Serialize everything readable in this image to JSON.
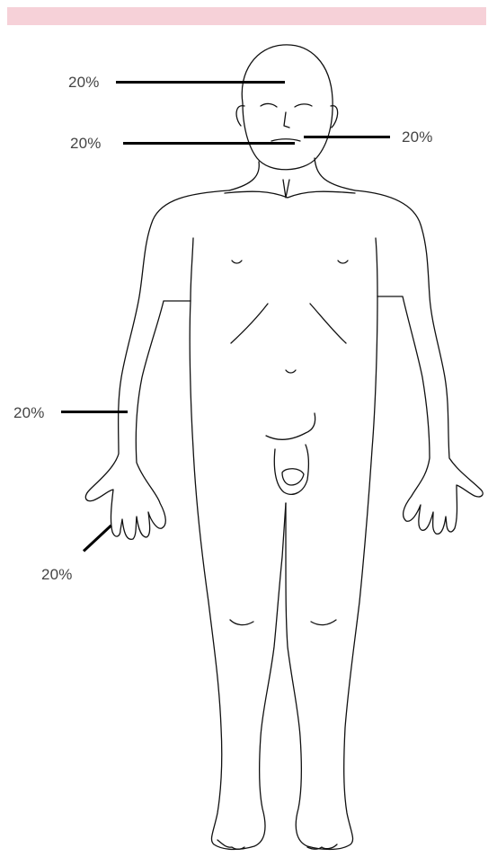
{
  "colors": {
    "top_bar": "#f6d1d8",
    "outline": "#111111",
    "leader": "#000000",
    "label_text": "#444444"
  },
  "labels": {
    "forehead": "20%",
    "chin": "20%",
    "jaw": "20%",
    "forearm": "20%",
    "hand": "20%"
  }
}
